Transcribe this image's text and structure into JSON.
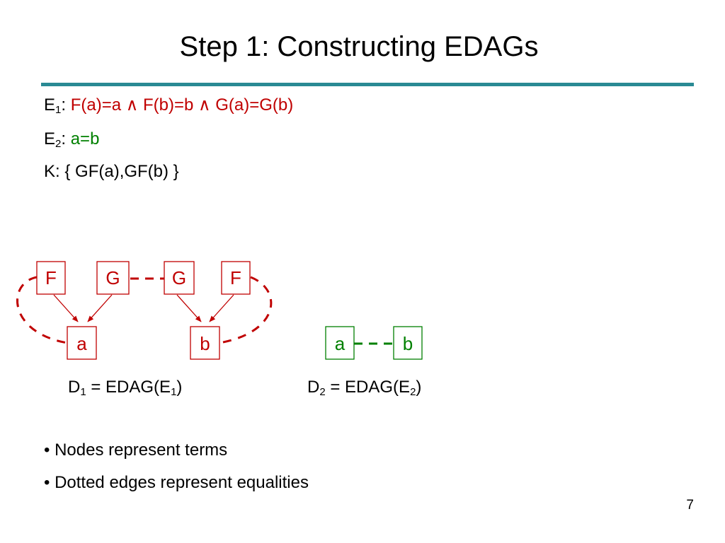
{
  "title": "Step 1: Constructing EDAGs",
  "equations": {
    "e1": {
      "label": "E",
      "sub": "1",
      "colon": ":",
      "formula": "F(a)=a ∧ F(b)=b ∧ G(a)=G(b)"
    },
    "e2": {
      "label": "E",
      "sub": "2",
      "colon": ":",
      "formula": "a=b"
    },
    "k": {
      "text": "K: { GF(a),GF(b) }"
    }
  },
  "diagram": {
    "d1_nodes": {
      "f1": "F",
      "g1": "G",
      "g2": "G",
      "f2": "F",
      "a": "a",
      "b": "b"
    },
    "d2_nodes": {
      "a": "a",
      "b": "b"
    }
  },
  "captions": {
    "d1": {
      "d": "D",
      "d_sub": "1",
      "mid": " = EDAG(E",
      "e_sub": "1",
      "end": ")"
    },
    "d2": {
      "d": "D",
      "d_sub": "2",
      "mid": " = EDAG(E",
      "e_sub": "2",
      "end": ")"
    }
  },
  "bullets": [
    "• Nodes represent terms",
    "• Dotted edges represent equalities"
  ],
  "page_number": "7",
  "colors": {
    "red": "#c00000",
    "green": "#008000",
    "rule": "#2a8a94"
  }
}
